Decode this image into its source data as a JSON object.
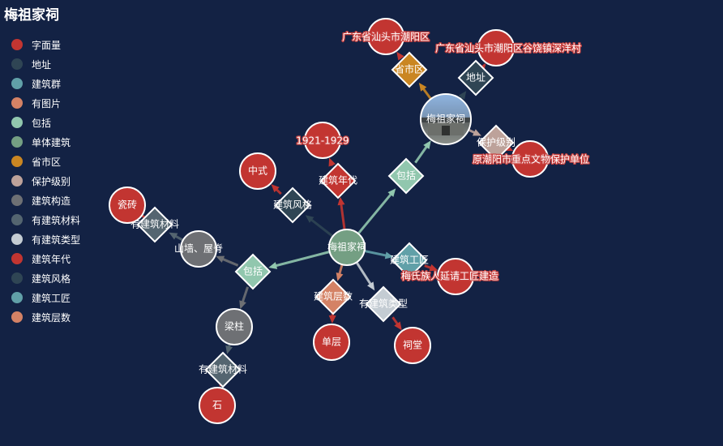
{
  "title": "梅祖家祠",
  "legend": [
    {
      "label": "字面量",
      "color": "#c23531"
    },
    {
      "label": "地址",
      "color": "#2f4554"
    },
    {
      "label": "建筑群",
      "color": "#61a0a8"
    },
    {
      "label": "有图片",
      "color": "#d48265"
    },
    {
      "label": "包括",
      "color": "#91c7ae"
    },
    {
      "label": "单体建筑",
      "color": "#749f83"
    },
    {
      "label": "省市区",
      "color": "#ca8622"
    },
    {
      "label": "保护级别",
      "color": "#bda29a"
    },
    {
      "label": "建筑构造",
      "color": "#6e7074"
    },
    {
      "label": "有建筑材料",
      "color": "#546570"
    },
    {
      "label": "有建筑类型",
      "color": "#c4ccd3"
    },
    {
      "label": "建筑年代",
      "color": "#c23531"
    },
    {
      "label": "建筑风格",
      "color": "#2f4554"
    },
    {
      "label": "建筑工匠",
      "color": "#61a0a8"
    },
    {
      "label": "建筑层数",
      "color": "#d48265"
    }
  ],
  "nodes": {
    "main": {
      "label": "梅祖家祠",
      "color": "#749f83"
    },
    "img": {
      "label": "梅祖家祠",
      "color": "#6f8fae"
    },
    "shengshiqu_rel": {
      "label": "省市区",
      "color": "#ca8622"
    },
    "dizhi_rel": {
      "label": "地址",
      "color": "#2f4554"
    },
    "baohu_rel": {
      "label": "保护级别",
      "color": "#bda29a"
    },
    "baokuo1_rel": {
      "label": "包括",
      "color": "#91c7ae"
    },
    "province": {
      "label": "广东省汕头市潮阳区",
      "color": "#c23531"
    },
    "address": {
      "label": "广东省汕头市潮阳区谷饶镇深洋村",
      "color": "#c23531"
    },
    "protect": {
      "label": "原潮阳市重点文物保护单位",
      "color": "#c23531"
    },
    "niandai_rel": {
      "label": "建筑年代",
      "color": "#c23531"
    },
    "year": {
      "label": "1921-1929",
      "color": "#c23531"
    },
    "fengge_rel": {
      "label": "建筑风格",
      "color": "#2f4554"
    },
    "style": {
      "label": "中式",
      "color": "#c23531"
    },
    "gongjiang_rel": {
      "label": "建筑工匠",
      "color": "#61a0a8"
    },
    "craftsman": {
      "label": "梅氏族人延请工匠建造",
      "color": "#c23531"
    },
    "cengshu_rel": {
      "label": "建筑层数",
      "color": "#d48265"
    },
    "floors": {
      "label": "单层",
      "color": "#c23531"
    },
    "leixing_rel": {
      "label": "有建筑类型",
      "color": "#c4ccd3"
    },
    "type": {
      "label": "祠堂",
      "color": "#c23531"
    },
    "baokuo2_rel": {
      "label": "包括",
      "color": "#91c7ae"
    },
    "wall": {
      "label": "山墙、屋脊",
      "color": "#6e7074"
    },
    "cailiao1_rel": {
      "label": "有建筑材料",
      "color": "#546570"
    },
    "tile": {
      "label": "瓷砖",
      "color": "#c23531"
    },
    "pillar": {
      "label": "梁柱",
      "color": "#6e7074"
    },
    "cailiao2_rel": {
      "label": "有建筑材料",
      "color": "#546570"
    },
    "stone": {
      "label": "石",
      "color": "#c23531"
    }
  }
}
